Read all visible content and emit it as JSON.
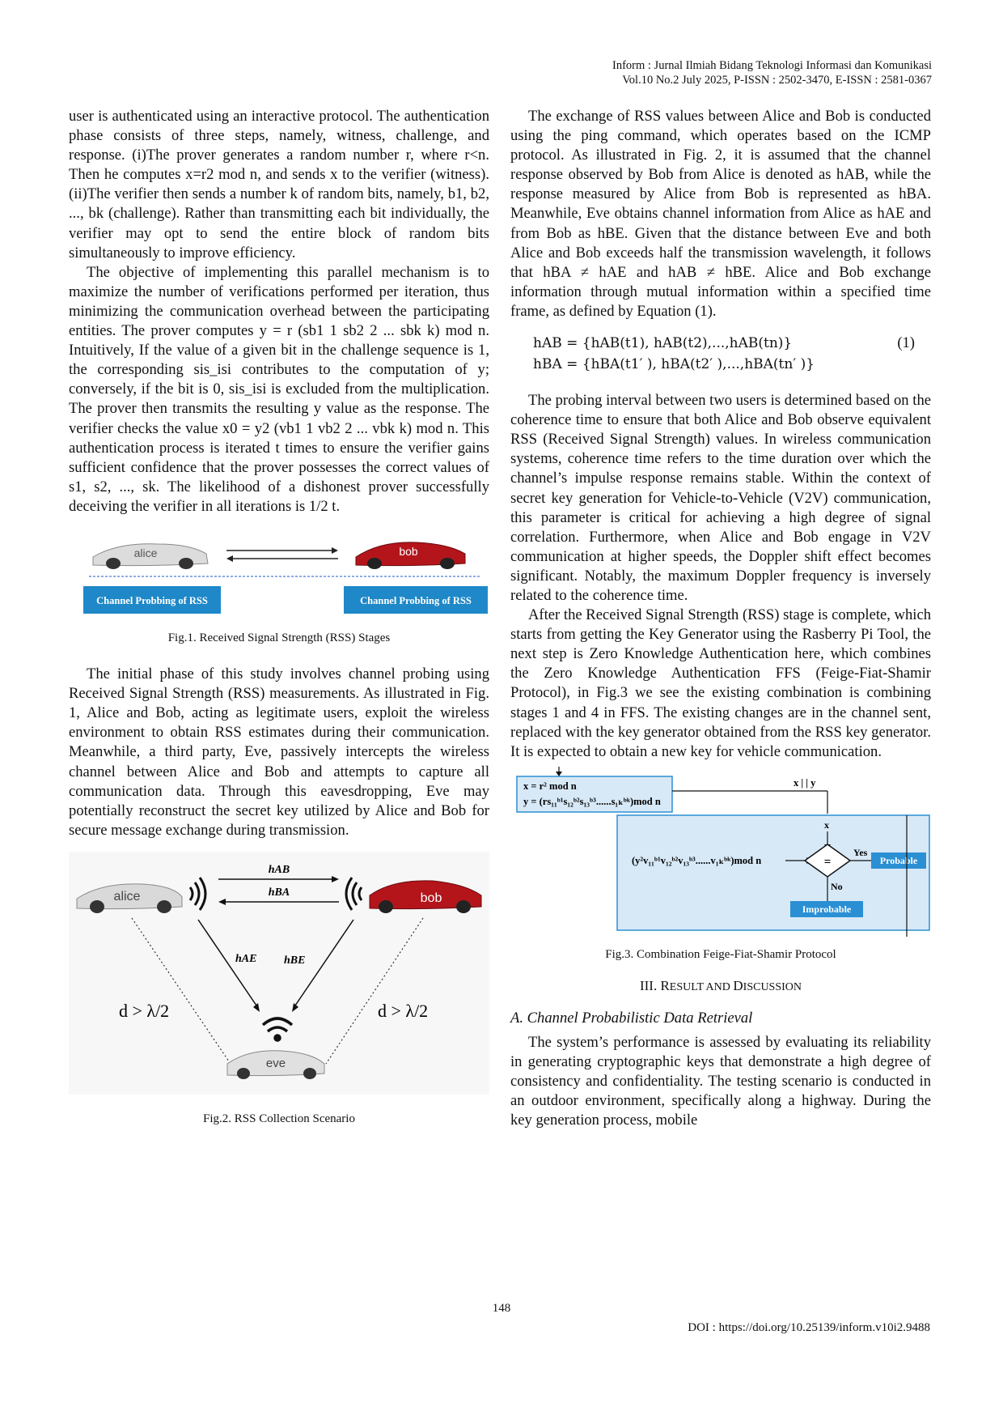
{
  "header": {
    "journal": "Inform : Jurnal Ilmiah Bidang Teknologi Informasi dan Komunikasi",
    "volume": "Vol.10 No.2 July 2025, P-ISSN : 2502-3470, E-ISSN : 2581-0367"
  },
  "left": {
    "p1": "user is authenticated using an interactive protocol. The authentication phase consists of three steps, namely, witness, challenge, and response. (i)The prover generates a random number r, where r<n. Then he computes x=r2 mod n, and sends x to the verifier (witness). (ii)The verifier then sends a number k of random bits, namely, b1, b2, ..., bk (challenge). Rather than transmitting each bit individually, the verifier may opt to send the entire block of random bits simultaneously to improve efficiency.",
    "p2": "The objective of implementing this parallel mechanism is to maximize the number of verifications performed per iteration, thus minimizing the communication overhead between the participating entities. The prover computes y = r (sb1 1 sb2 2 ... sbk k) mod n. Intuitively, If the value of a given bit in the challenge sequence is 1, the corresponding sis_isi contributes to the computation of y; conversely, if the bit is 0, sis_isi is excluded from the multiplication. The prover then transmits the resulting y value as the response. The verifier checks the value x0 = y2 (vb1 1 vb2 2 ... vbk k) mod n. This authentication process is iterated t times to ensure the verifier gains sufficient confidence that the prover possesses the correct values of s1, s2, ..., sk. The likelihood of a dishonest prover successfully deceiving the verifier in all iterations is 1/2 t.",
    "p3": "The initial phase of this study involves channel probing using Received Signal Strength (RSS) measurements. As illustrated in Fig. 1, Alice and Bob, acting as legitimate users, exploit the wireless environment to obtain RSS estimates during their communication. Meanwhile, a third party, Eve, passively intercepts the wireless channel between Alice and Bob and attempts to capture all communication data. Through this eavesdropping, Eve may potentially reconstruct the secret key utilized by Alice and Bob for secure message exchange during transmission."
  },
  "fig1": {
    "car_left": "alice",
    "car_right": "bob",
    "box_left": "Channel Probbing of RSS",
    "box_right": "Channel Probbing of RSS",
    "caption": "Fig.1. Received Signal Strength (RSS) Stages"
  },
  "fig2": {
    "alice": "alice",
    "bob": "bob",
    "eve": "eve",
    "hAB": "hAB",
    "hBA": "hBA",
    "hAE": "hAE",
    "hBE": "hBE",
    "d_left": "d > λ/2",
    "d_right": "d > λ/2",
    "caption": "Fig.2. RSS Collection Scenario"
  },
  "right": {
    "p1": "The exchange of RSS values between Alice and Bob is conducted using the ping command, which operates based on the ICMP protocol. As illustrated in Fig. 2, it is assumed that the channel response observed by Bob from Alice is denoted as hAB, while the response measured by Alice from Bob is represented as hBA. Meanwhile, Eve obtains channel information from Alice as hAE and from Bob as hBE. Given that the distance between Eve and both Alice and Bob exceeds half the transmission wavelength, it follows that hBA ≠ hAE and hAB ≠ hBE. Alice and Bob exchange information through mutual information within a specified time frame, as defined by Equation (1).",
    "eq1": "hAB = {hAB(t1), hAB(t2),...,hAB(tn)}",
    "eq2": "hBA = {hBA(t1′ ), hBA(t2′ ),...,hBA(tn′ )}",
    "eq_num": "(1)",
    "p2": "The probing interval between two users is determined based on the coherence time to ensure that both Alice and Bob observe equivalent RSS (Received Signal Strength) values. In wireless communication systems, coherence time refers to the time duration over which the channel’s impulse response remains stable. Within the context of secret key generation for Vehicle-to-Vehicle (V2V) communication, this parameter is critical for achieving a high degree of signal correlation. Furthermore, when Alice and Bob engage in V2V communication at higher speeds, the Doppler shift effect becomes significant. Notably, the maximum Doppler frequency is inversely related to the coherence time.",
    "p3": "After the Received Signal Strength (RSS) stage is complete, which starts from getting the Key Generator using the Rasberry Pi Tool, the next step is Zero Knowledge Authentication here, which combines the Zero Knowledge Authentication FFS (Feige-Fiat-Shamir Protocol), in Fig.3 we see the existing combination is combining stages 1 and 4 in FFS. The existing changes are in the channel sent, replaced with the key generator obtained from the RSS key generator. It is expected to obtain a new key for vehicle communication.",
    "section_num": "III.",
    "section_r1": "R",
    "section_r2": "ESULT AND ",
    "section_d1": "D",
    "section_d2": "ISCUSSION",
    "subsection": "A.  Channel Probabilistic Data Retrieval",
    "p4": "The system’s performance is assessed by evaluating its reliability in generating cryptographic keys that demonstrate a high degree of consistency and confidentiality. The testing scenario is conducted in an outdoor environment, specifically along a highway. During the key generation process, mobile"
  },
  "fig3": {
    "line1": "x = r² mod n",
    "line2": "y = (rs₁₁ᵇ¹s₁₂ᵇ²s₁₃ᵇ³......s₁ₖᵇᵏ)mod n",
    "xy": "x | | y",
    "x": "x",
    "verify": "(y²v₁₁ᵇ¹v₁₂ᵇ²v₁₃ᵇ³......v₁ₖᵇᵏ)mod n",
    "eq": "=",
    "yes": "Yes",
    "no": "No",
    "probable": "Probable",
    "improbable": "Improbable",
    "caption": "Fig.3. Combination Feige-Fiat-Shamir Protocol"
  },
  "footer": {
    "page": "148",
    "doi": "DOI : https://doi.org/10.25139/inform.v10i2.9488"
  },
  "colors": {
    "box_blue": "#1e88c8",
    "panel_blue": "#d7e9f7",
    "probable": "#2b8fd4",
    "bob_red": "#b3151b"
  }
}
